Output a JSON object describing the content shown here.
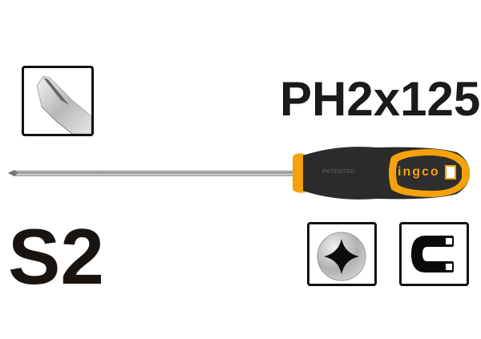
{
  "product": {
    "model": "PH2x125",
    "material": "S2",
    "brand": "INGCO",
    "handle_marking": "PATENTED",
    "brand_color": "#f5a20a",
    "handle_dark": "#2b2b2b"
  },
  "icons": {
    "tip_type": "phillips-tip-icon",
    "screw_head": "phillips-screw-head-icon",
    "feature": "magnetic-tip-icon"
  }
}
